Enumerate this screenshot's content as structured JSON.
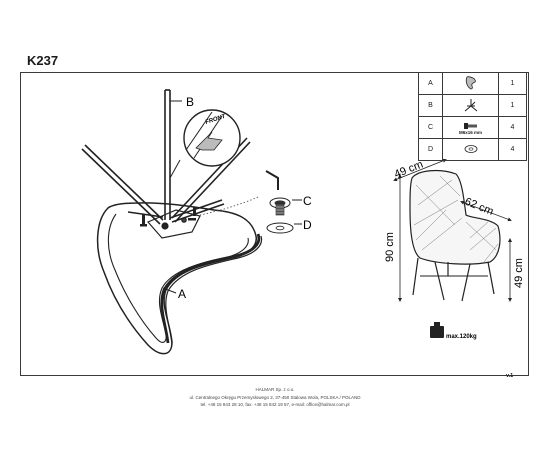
{
  "model_code": "K237",
  "diagram": {
    "callouts": {
      "a": "A",
      "b": "B",
      "c": "C",
      "d": "D"
    },
    "front_marking": "FRONT"
  },
  "parts": [
    {
      "letter": "A",
      "icon": "seat-shell-icon",
      "qty": "1"
    },
    {
      "letter": "B",
      "icon": "leg-frame-icon",
      "qty": "1"
    },
    {
      "letter": "C",
      "icon": "bolt-icon",
      "label": "M6x16 mm",
      "qty": "4"
    },
    {
      "letter": "D",
      "icon": "washer-icon",
      "qty": "4"
    }
  ],
  "dimensions": {
    "width": "49 cm",
    "depth": "62 cm",
    "height": "90 cm",
    "seat_height": "49 cm"
  },
  "max_load": "max.120kg",
  "version": "v.1",
  "footer": {
    "company": "HALMAR Sp. z o.o.",
    "address": "ul. Centralnego Okręgu Przemysłowego 2, 37-450 Stalowa Wola, POLSKA / POLAND",
    "contact": "tel. +48 15 843 28 10, fax. +48 15 842 19 57, e-mail: office@halmar.com.pl"
  }
}
